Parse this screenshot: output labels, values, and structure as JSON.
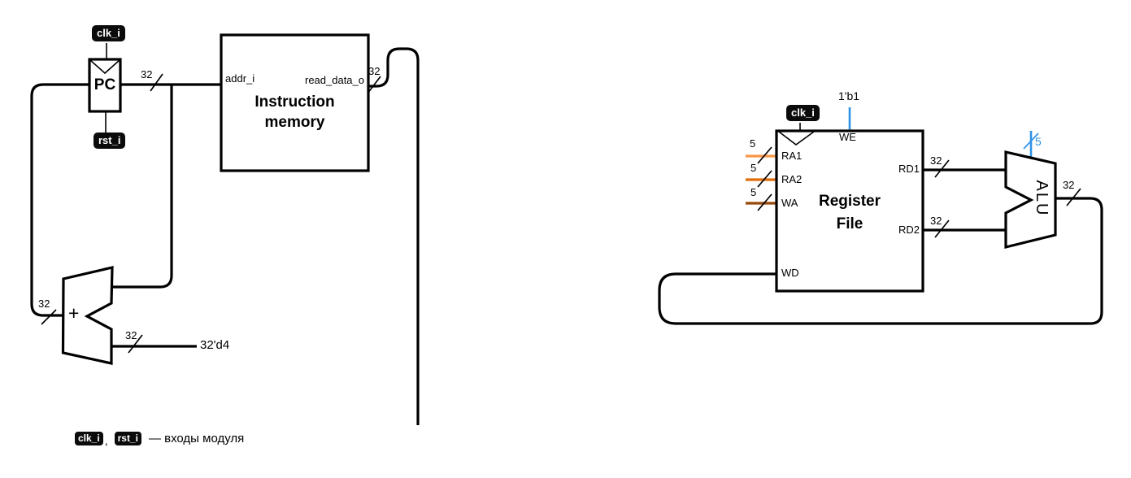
{
  "colors": {
    "wire_black": "#000000",
    "ra1_wire": "#F79646",
    "ra2_wire": "#E36C0A",
    "wa_wire": "#974806",
    "control_blue": "#2F93E8",
    "badge_bg": "#0B0B0B",
    "badge_text": "#FFFFFF"
  },
  "pc_block": {
    "title": "PC",
    "clk_badge": "clk_i",
    "rst_badge": "rst_i"
  },
  "instruction_memory": {
    "title_line1": "Instruction",
    "title_line2": "memory",
    "port_addr": "addr_i",
    "port_read_data": "read_data_o"
  },
  "pc_adder": {
    "operator": "+",
    "constant": "32'd4"
  },
  "register_file": {
    "title_line1": "Register",
    "title_line2": "File",
    "clk_badge": "clk_i",
    "we_constant": "1'b1",
    "port_we": "WE",
    "port_ra1": "RA1",
    "port_ra2": "RA2",
    "port_wa": "WA",
    "port_wd": "WD",
    "port_rd1": "RD1",
    "port_rd2": "RD2"
  },
  "alu_block": {
    "title": "ALU"
  },
  "bus_widths": {
    "data32": "32",
    "addr5": "5"
  },
  "legend": {
    "clk_badge": "clk_i",
    "separator": ",",
    "rst_badge": "rst_i",
    "description": "— входы модуля"
  }
}
